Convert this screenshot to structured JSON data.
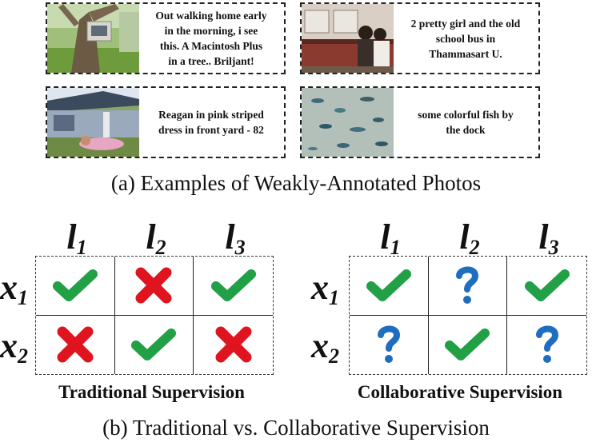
{
  "panel_a": {
    "caption": "(a) Examples of Weakly-Annotated Photos",
    "photos": [
      {
        "caption_lines": [
          "Out walking home early",
          "in the morning, i see",
          "this. A Macintosh Plus",
          "in a tree.. Briljant!"
        ]
      },
      {
        "caption_lines": [
          "2 pretty girl and the old",
          "school bus in",
          "Thammasart U."
        ]
      },
      {
        "caption_lines": [
          "Reagan in pink striped",
          "dress in front yard - 82"
        ]
      },
      {
        "caption_lines": [
          "some colorful fish by",
          "the dock"
        ]
      }
    ]
  },
  "panel_b": {
    "caption": "(b) Traditional vs. Collaborative Supervision",
    "label_symbols": {
      "l": "l",
      "x": "x"
    },
    "column_label_indices": [
      "1",
      "2",
      "3"
    ],
    "row_label_indices": [
      "1",
      "2"
    ],
    "mark_colors": {
      "check": "#22a046",
      "cross": "#e0141e",
      "question": "#1f6dbf"
    },
    "traditional": {
      "title": "Traditional Supervision",
      "cells": [
        [
          "check",
          "cross",
          "check"
        ],
        [
          "cross",
          "check",
          "cross"
        ]
      ]
    },
    "collaborative": {
      "title": "Collaborative Supervision",
      "cells": [
        [
          "check",
          "question",
          "check"
        ],
        [
          "question",
          "check",
          "question"
        ]
      ]
    }
  }
}
